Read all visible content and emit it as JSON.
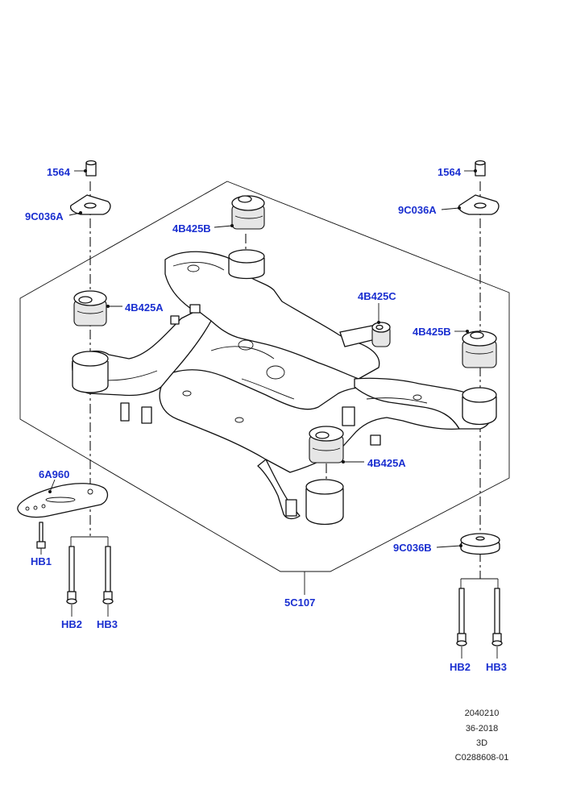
{
  "callouts": {
    "c1564_left": "1564",
    "c9c036a_left": "9C036A",
    "c4b425b_top": "4B425B",
    "c4b425a_left": "4B425A",
    "c1564_right": "1564",
    "c9c036a_right": "9C036A",
    "c4b425c": "4B425C",
    "c4b425b_right": "4B425B",
    "c4b425a_bottom": "4B425A",
    "c6a960": "6A960",
    "chb1": "HB1",
    "chb2_left": "HB2",
    "chb3_left": "HB3",
    "c5c107": "5C107",
    "c9c036b": "9C036B",
    "chb2_right": "HB2",
    "chb3_right": "HB3"
  },
  "reference": {
    "code": "2040210",
    "date": "36-2018",
    "view": "3D",
    "image_id": "C0288608-01"
  },
  "colors": {
    "callout": "#1a2fd0",
    "line": "#111111",
    "background": "#ffffff"
  }
}
